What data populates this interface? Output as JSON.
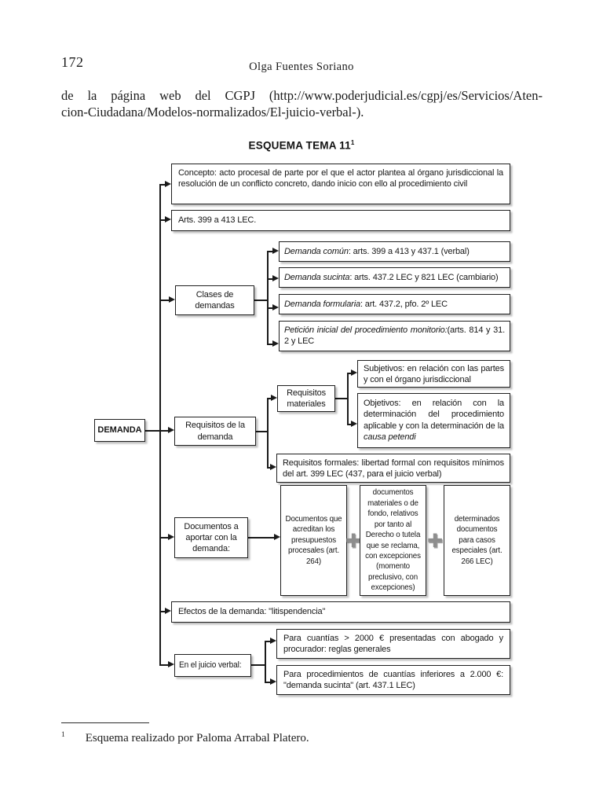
{
  "page": {
    "number": "172",
    "running_head": "Olga Fuentes Soriano",
    "intro_line1": "de la página web del CGPJ (http://www.poderjudicial.es/cgpj/es/Servicios/Aten-",
    "intro_line2": "cion-Ciudadana/Modelos-normalizados/El-juicio-verbal-).",
    "footnote_marker": "1",
    "footnote_text": "Esquema realizado por Paloma Arrabal Platero."
  },
  "diagram": {
    "title": "ESQUEMA TEMA 11",
    "title_note": "1",
    "root_label": "DEMANDA",
    "concepto": "Concepto: acto procesal de parte por el que el actor plantea al órgano jurisdiccional la resolución de un conflicto concreto, dando inicio con ello al procedimiento civil",
    "arts": "Arts. 399 a 413 LEC.",
    "clases_label": "Clases de demandas",
    "clases": [
      {
        "lead": "Demanda común",
        "rest": ": arts. 399 a 413 y 437.1 (verbal)"
      },
      {
        "lead": "Demanda sucinta",
        "rest": ": arts. 437.2 LEC y 821 LEC (cambiario)"
      },
      {
        "lead": "Demanda formularia",
        "rest": ": art. 437.2, pfo. 2º LEC"
      },
      {
        "lead": "Petición inicial del procedimiento monitorio:",
        "rest": "(arts. 814 y 31. 2 y LEC"
      }
    ],
    "requisitos_label": "Requisitos de la demanda",
    "materiales_label": "Requisitos materiales",
    "subjetivos": "Subjetivos: en relación con las partes y con el órgano jurisdiccional",
    "objetivos_text": "Objetivos: en relación con la determinación del procedimiento aplicable y con la determinación de la ",
    "objetivos_italic": "causa petendi",
    "formales": "Requisitos formales: libertad formal con requisitos mínimos del art. 399 LEC (437, para el juicio verbal)",
    "documentos_label": "Documentos a aportar con la demanda:",
    "documentos_col1": "Documentos que acreditan los presupuestos procesales (art. 264)",
    "documentos_col2": "documentos materiales o de fondo, relativos por tanto al Derecho o tutela que se reclama, con excepciones (momento preclusivo, con excepciones)",
    "documentos_col3": "determinados documentos para casos especiales (art. 266 LEC)",
    "plus_glyph": "✚",
    "efectos": "Efectos de la demanda: \"litispendencia\"",
    "juicio_label": "En el juicio verbal:",
    "juicio_items": [
      "Para cuantías > 2000 € presentadas con abogado y procurador: reglas generales",
      "Para procedimientos de cuantías inferiores a 2.000 €: \"demanda sucinta\" (art. 437.1 LEC)"
    ]
  }
}
